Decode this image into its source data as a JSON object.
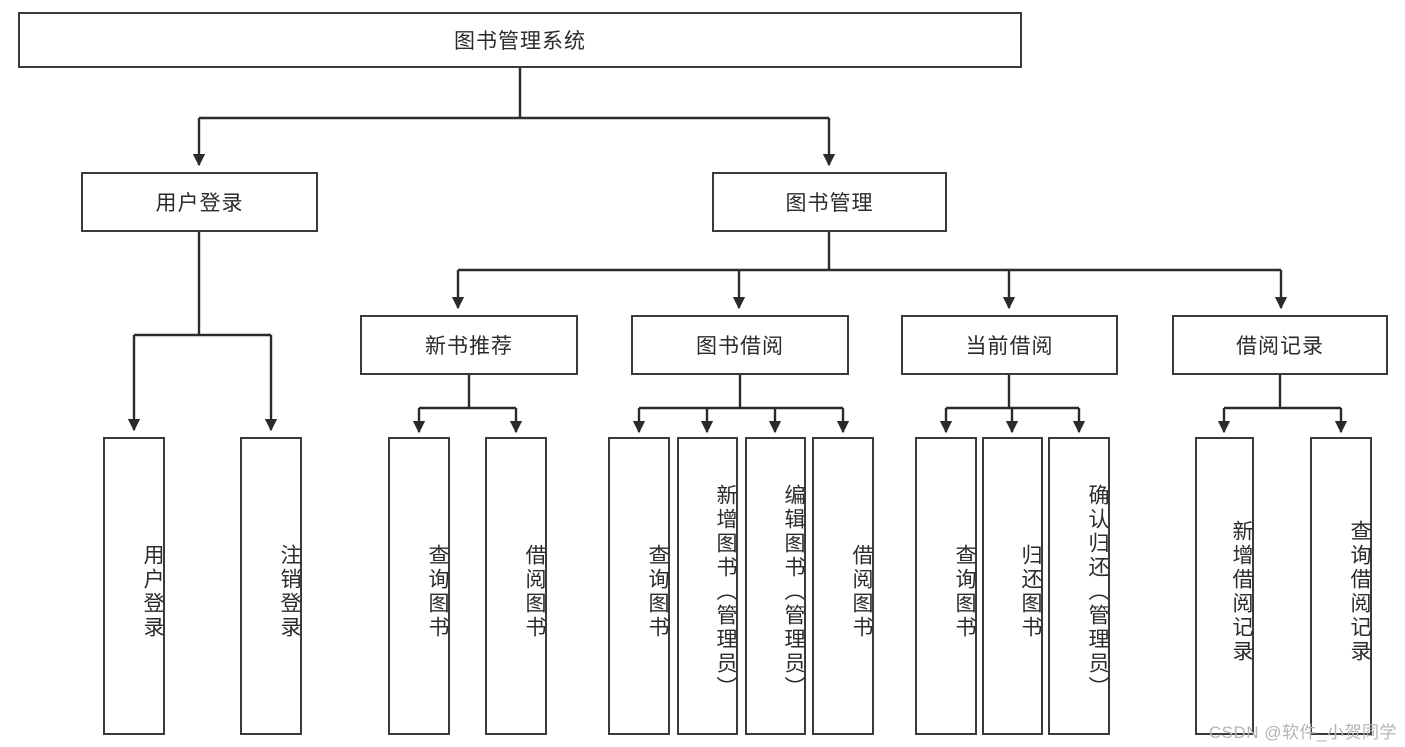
{
  "diagram": {
    "type": "hierarchy-tree",
    "title": "图书管理系统",
    "colors": {
      "background": "#ffffff",
      "border": "#3a3a3a",
      "text": "#2b2b2b",
      "connector": "#2b2b2b",
      "watermark": "#b4b4b4"
    },
    "root": {
      "label": "图书管理系统"
    },
    "level2": [
      {
        "label": "用户登录"
      },
      {
        "label": "图书管理"
      }
    ],
    "level3": [
      {
        "label": "新书推荐"
      },
      {
        "label": "图书借阅"
      },
      {
        "label": "当前借阅"
      },
      {
        "label": "借阅记录"
      }
    ],
    "leaves": {
      "user_login": [
        {
          "label": "用户登录"
        },
        {
          "label": "注销登录"
        }
      ],
      "new_book_recommend": [
        {
          "label": "查询图书"
        },
        {
          "label": "借阅图书"
        }
      ],
      "book_borrow": [
        {
          "label": "查询图书"
        },
        {
          "label": "新增图书（管理员）"
        },
        {
          "label": "编辑图书（管理员）"
        },
        {
          "label": "借阅图书"
        }
      ],
      "current_borrow": [
        {
          "label": "查询图书"
        },
        {
          "label": "归还图书"
        },
        {
          "label": "确认归还（管理员）"
        }
      ],
      "borrow_record": [
        {
          "label": "新增借阅记录"
        },
        {
          "label": "查询借阅记录"
        }
      ]
    },
    "watermark": "CSDN @软件_小贺同学"
  }
}
